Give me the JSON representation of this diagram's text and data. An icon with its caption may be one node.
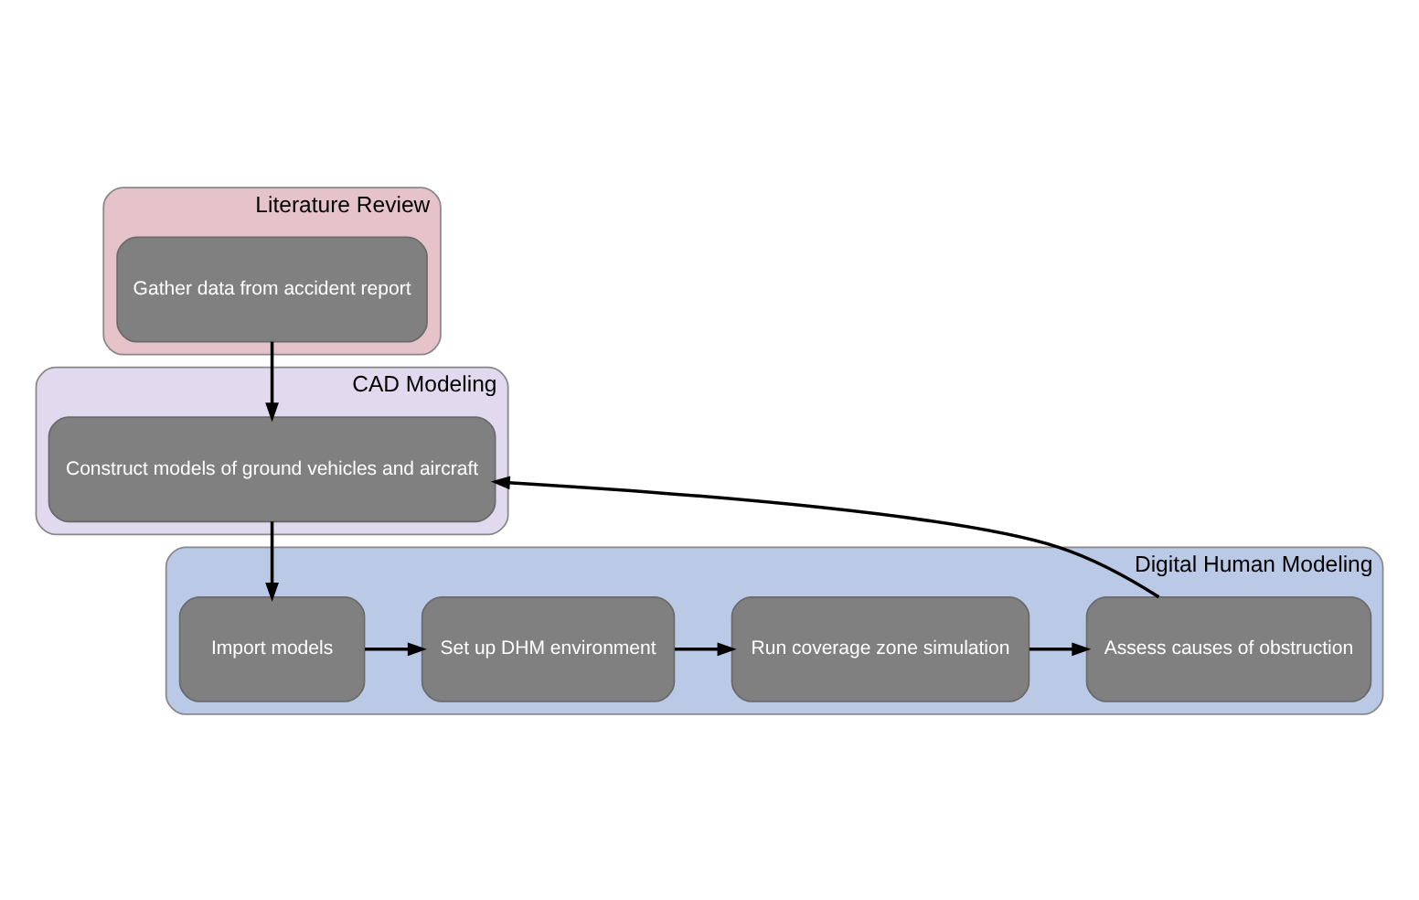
{
  "diagram": {
    "nodes": [
      {
        "text": [
          "Literature Review"
        ]
      },
      {
        "text": [
          "Gather data from accident report"
        ],
        "in": 0
      },
      {
        "text": [
          "CAD Modeling"
        ]
      },
      {
        "text": [
          "Construct models of ground vehicles and aircraft"
        ],
        "in": 2
      },
      {
        "text": [
          "Digital Human Modeling"
        ]
      },
      {
        "text": [
          "Import models"
        ],
        "in": 4
      },
      {
        "text": [
          "Set up DHM environment"
        ],
        "in": 4
      },
      {
        "text": [
          "Run coverage zone simulation"
        ],
        "in": 4
      },
      {
        "text": [
          "Assess causes of obstruction"
        ],
        "in": 4
      }
    ],
    "edges": [
      {
        "from": 1,
        "to": 3,
        "arrow": "to"
      },
      {
        "from": 3,
        "to": 5,
        "arrow": "to"
      },
      {
        "from": 5,
        "to": 6,
        "arrow": "to"
      },
      {
        "from": 6,
        "to": 7,
        "arrow": "to"
      },
      {
        "from": 7,
        "to": 8,
        "arrow": "to"
      },
      {
        "from": 8,
        "to": 3,
        "arrow": "to"
      }
    ]
  }
}
